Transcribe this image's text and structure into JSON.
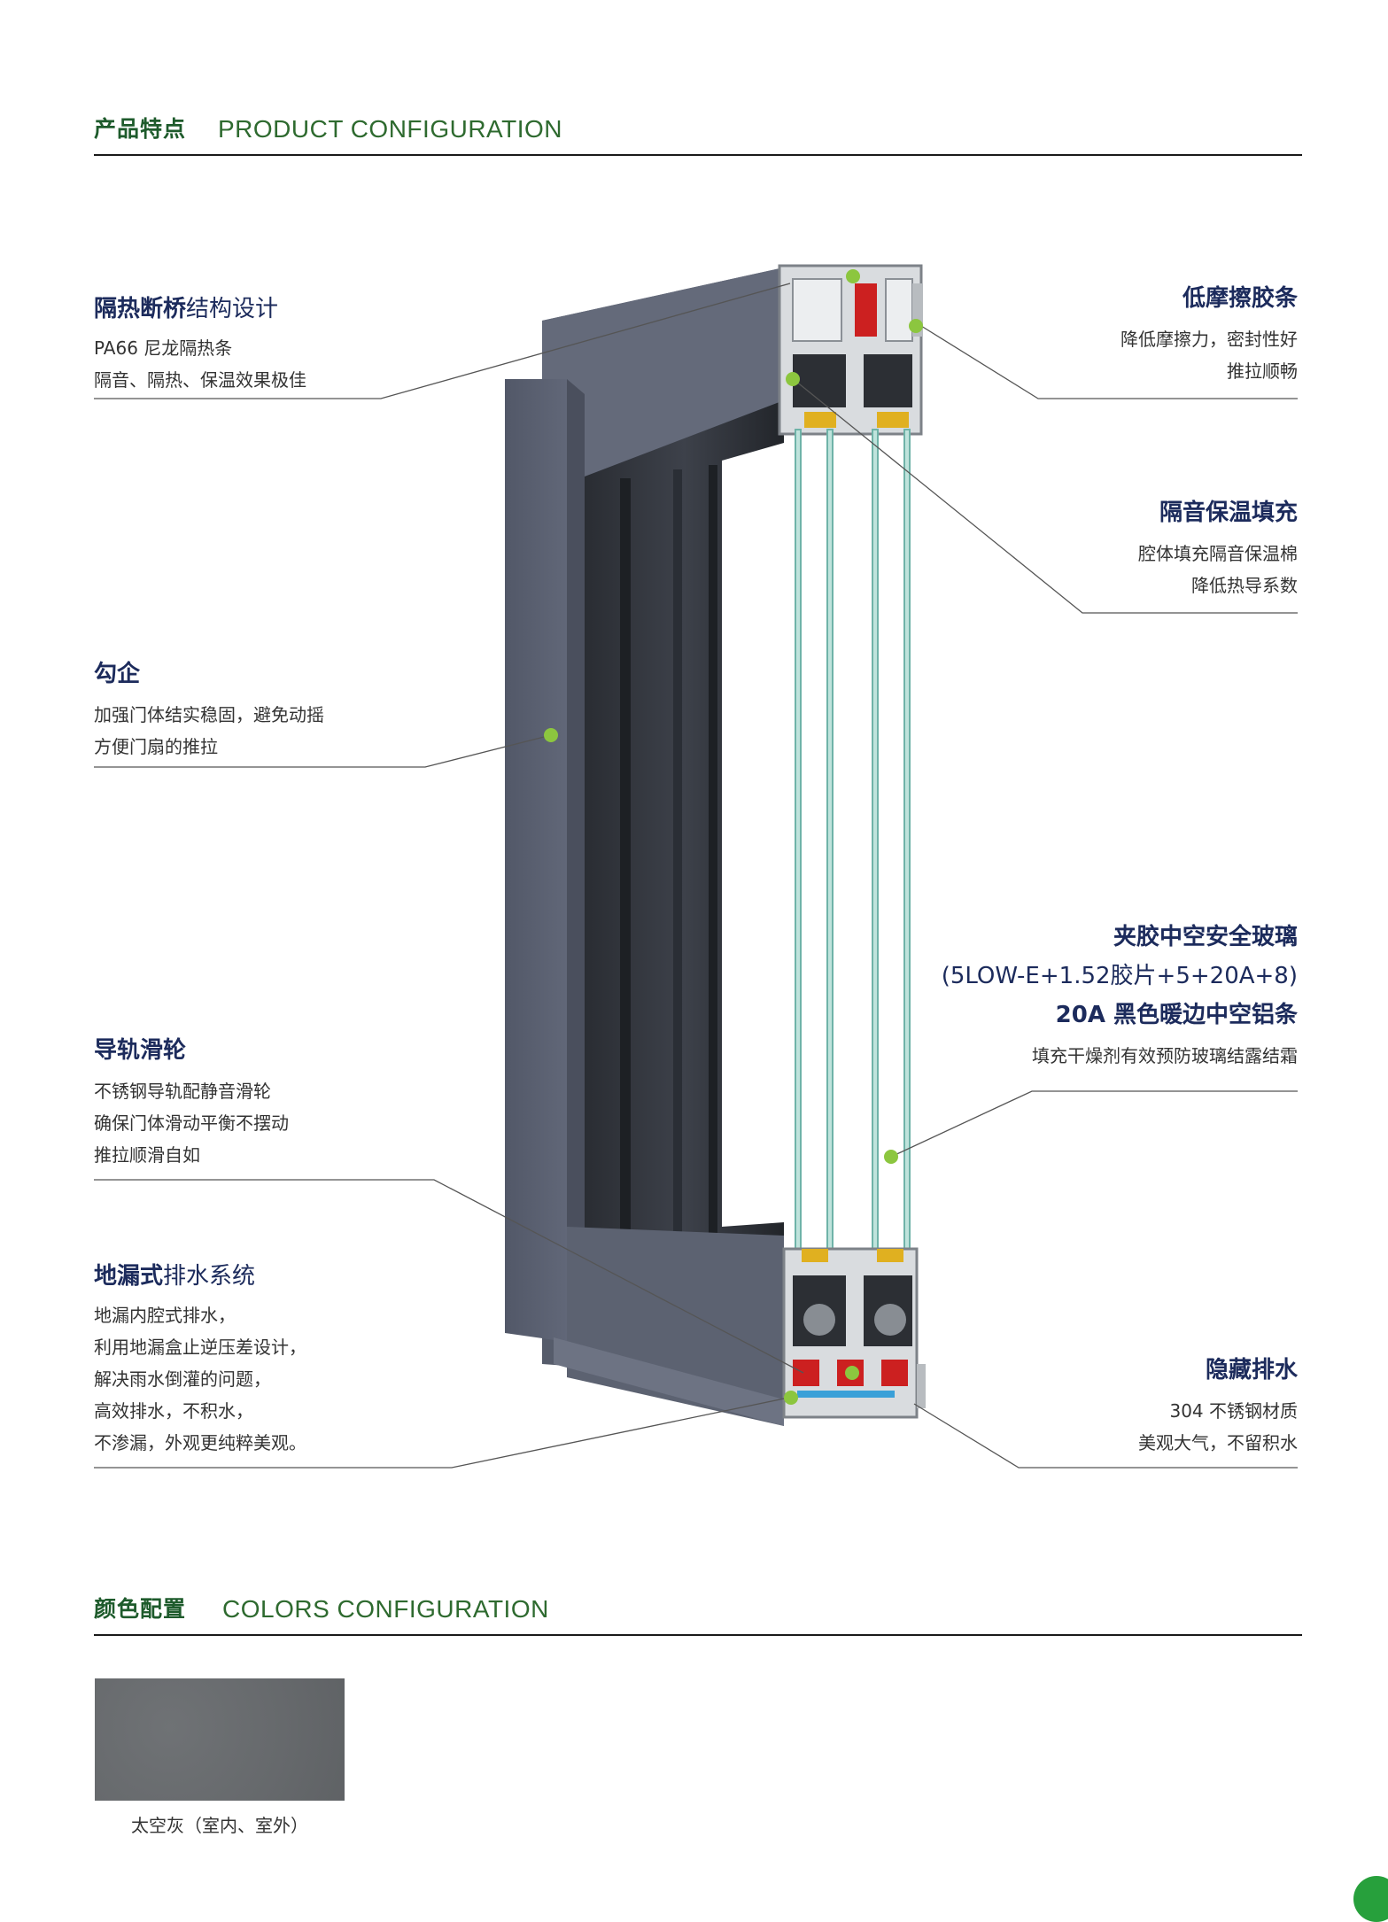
{
  "product_section": {
    "title_cn": "产品特点",
    "title_en": "PRODUCT CONFIGURATION"
  },
  "features": {
    "thermal_break": {
      "title_bold": "隔热断桥",
      "title_thin": "结构设计",
      "lines": [
        "PA66 尼龙隔热条",
        "隔音、隔热、保温效果极佳"
      ]
    },
    "hook_interlock": {
      "title_bold": "勾企",
      "lines": [
        "加强门体结实稳固，避免动摇",
        "方便门扇的推拉"
      ]
    },
    "guide_rail": {
      "title_bold": "导轨滑轮",
      "lines": [
        "不锈钢导轨配静音滑轮",
        "确保门体滑动平衡不摆动",
        "推拉顺滑自如"
      ]
    },
    "floor_drain": {
      "title_bold": "地漏式",
      "title_thin": "排水系统",
      "lines": [
        "地漏内腔式排水，",
        "利用地漏盒止逆压差设计，",
        "解决雨水倒灌的问题，",
        "高效排水，不积水，",
        "不渗漏，外观更纯粹美观。"
      ]
    },
    "low_friction": {
      "title_bold": "低摩擦胶条",
      "lines": [
        "降低摩擦力，密封性好",
        "推拉顺畅"
      ]
    },
    "sound_insulation": {
      "title_bold": "隔音保温填充",
      "lines": [
        "腔体填充隔音保温棉",
        "降低热导系数"
      ]
    },
    "glass": {
      "title_bold": "夹胶中空安全玻璃",
      "spec": "(5LOW-E+1.52胶片+5+20A+8)",
      "spacer": "20A 黑色暖边中空铝条",
      "lines": [
        "填充干燥剂有效预防玻璃结露结霜"
      ]
    },
    "hidden_drain": {
      "title_bold": "隐藏排水",
      "lines": [
        "304 不锈钢材质",
        "美观大气，不留积水"
      ]
    }
  },
  "colors_section": {
    "title_cn": "颜色配置",
    "title_en": "COLORS CONFIGURATION"
  },
  "color_swatch": {
    "label": "太空灰（室内、室外）",
    "color": "#686b6e"
  },
  "accent_colors": {
    "dot": "#8cc63f",
    "heading": "#1e5b2c",
    "feature_title": "#1c2b5c",
    "frame": "#5d6373"
  }
}
